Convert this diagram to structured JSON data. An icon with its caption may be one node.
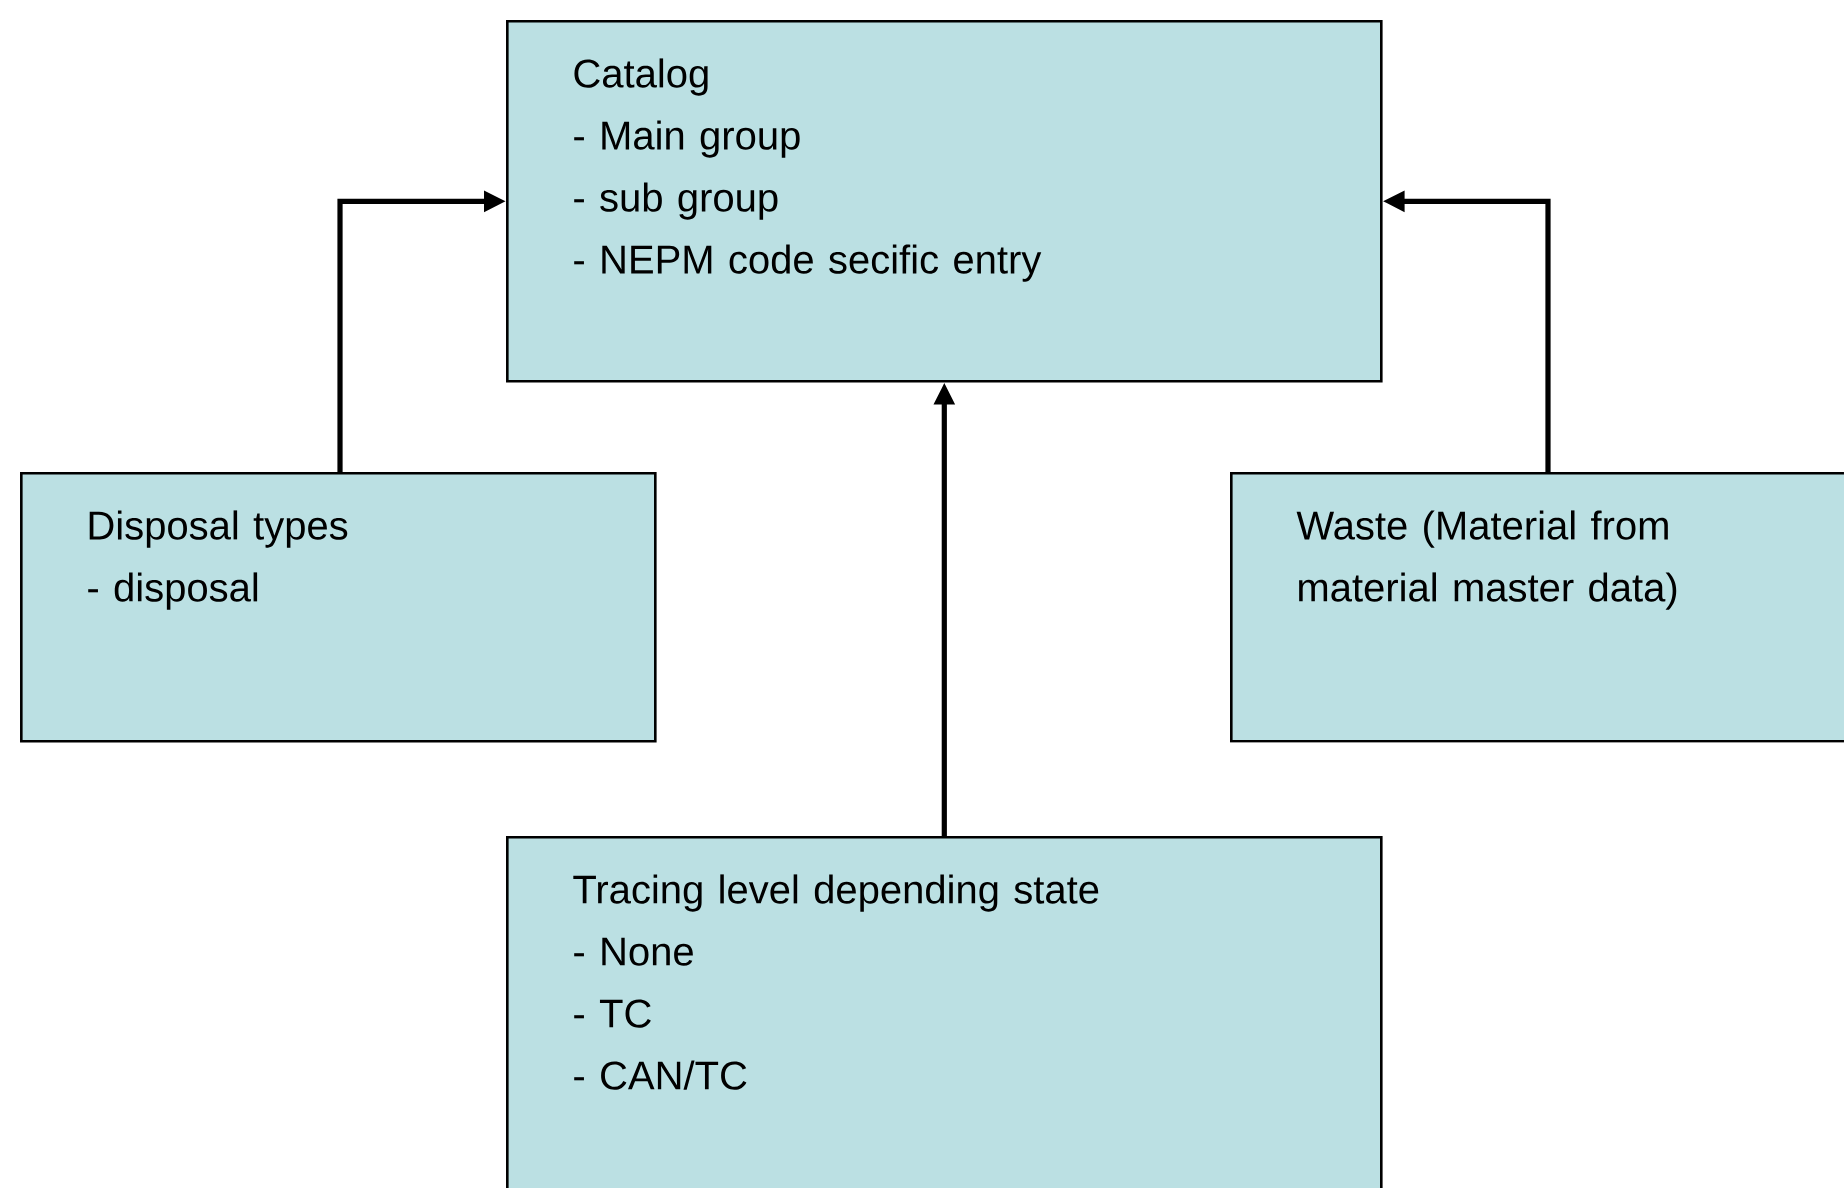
{
  "diagram": {
    "nodes": [
      {
        "text": [
          "Catalog",
          "- Main group",
          "- sub group",
          "- NEPM code secific entry"
        ]
      },
      {
        "text": [
          "Disposal types",
          "- disposal"
        ]
      },
      {
        "text": [
          "Waste (Material from material master data)"
        ]
      },
      {
        "text": [
          "Tracing level depending state",
          "- None",
          "- TC",
          "- CAN/TC"
        ]
      }
    ],
    "edges": [
      {
        "from": 1,
        "to": 0,
        "arrow": "to"
      },
      {
        "from": 3,
        "to": 0,
        "arrow": "to"
      },
      {
        "from": 2,
        "to": 0,
        "arrow": "to"
      }
    ]
  }
}
